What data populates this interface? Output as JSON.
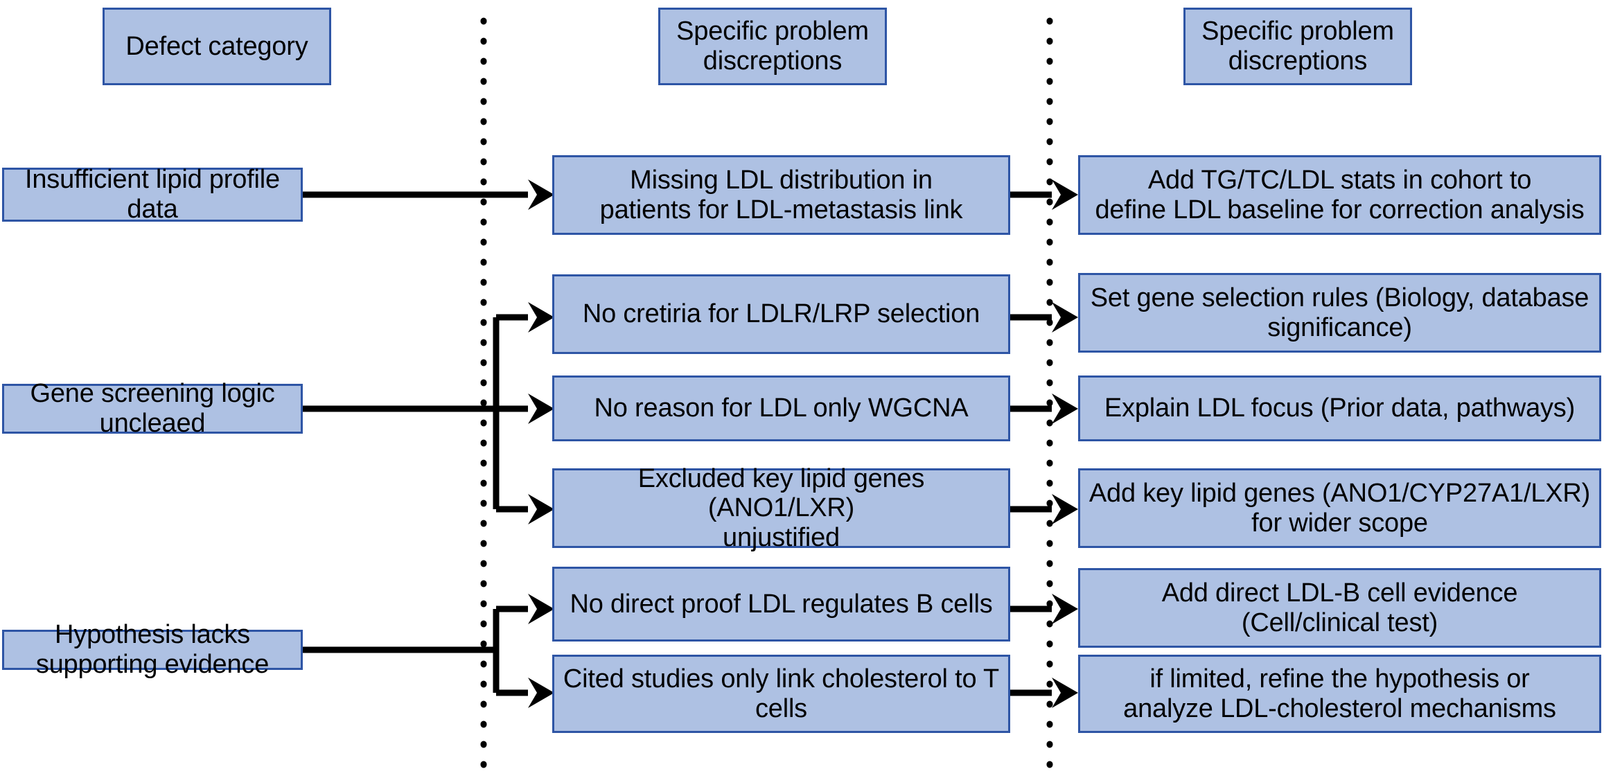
{
  "diagram": {
    "title": "Defect category to specific problem discreptions flowchart",
    "colors": {
      "node_fill": "#aec1e3",
      "node_border": "#2e55a5",
      "connector": "#000000",
      "background": "#ffffff"
    },
    "headers": [
      {
        "id": "header-defect-category",
        "label": "Defect category"
      },
      {
        "id": "header-problem-1",
        "label": "Specific problem\ndiscreptions"
      },
      {
        "id": "header-problem-2",
        "label": "Specific problem\ndiscreptions"
      }
    ],
    "categories": [
      {
        "id": "cat-lipid",
        "label": "Insufficient lipid profile data"
      },
      {
        "id": "cat-gene",
        "label": "Gene screening logic uncleaed"
      },
      {
        "id": "cat-hypothesis",
        "label": "Hypothesis lacks supporting evidence"
      }
    ],
    "problems": [
      {
        "id": "prob-1",
        "label": "Missing LDL distribution in\npatients for LDL-metastasis link"
      },
      {
        "id": "prob-2",
        "label": "No cretiria for LDLR/LRP selection"
      },
      {
        "id": "prob-3",
        "label": "No reason for LDL only WGCNA"
      },
      {
        "id": "prob-4",
        "label": "Excluded key lipid genes (ANO1/LXR)\nunjustified"
      },
      {
        "id": "prob-5",
        "label": "No direct proof LDL regulates B cells"
      },
      {
        "id": "prob-6",
        "label": "Cited studies only link cholesterol to T\ncells"
      }
    ],
    "solutions": [
      {
        "id": "sol-1",
        "label": "Add TG/TC/LDL stats in cohort to\ndefine LDL baseline for correction analysis"
      },
      {
        "id": "sol-2",
        "label": "Set gene selection rules (Biology, database\nsignificance)"
      },
      {
        "id": "sol-3",
        "label": "Explain LDL focus (Prior data, pathways)"
      },
      {
        "id": "sol-4",
        "label": "Add key lipid genes (ANO1/CYP27A1/LXR)\nfor wider scope"
      },
      {
        "id": "sol-5",
        "label": "Add direct LDL-B cell evidence\n(Cell/clinical test)"
      },
      {
        "id": "sol-6",
        "label": "if limited, refine the hypothesis or\nanalyze LDL-cholesterol mechanisms"
      }
    ]
  }
}
